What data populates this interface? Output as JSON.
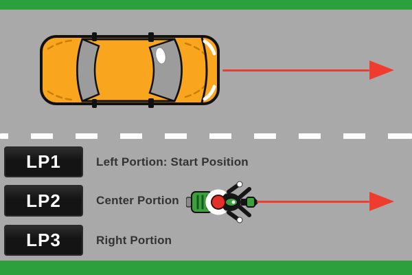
{
  "colors": {
    "green_bar": "#2ba03c",
    "road": "#a9a9a9",
    "arrow_red": "#ef3c2f",
    "car_body": "#f9a51d",
    "window_gray": "#9c9c9c",
    "box_bg": "#141414",
    "box_text": "#ffffff",
    "label_text": "#333333",
    "lane_dash": "#fdfdfd",
    "moto_green": "#3f9e40",
    "helmet_red": "#e3302a"
  },
  "scene": {
    "top_vehicle": "car-top-view",
    "top_arrow": "red-arrow-right",
    "divider": "white-dashed-lane-line",
    "bottom_vehicle": "motorcycle-with-rider-top-view",
    "bottom_arrow": "red-arrow-right"
  },
  "legend": {
    "rows": [
      {
        "code": "LP1",
        "label": "Left Portion: Start Position"
      },
      {
        "code": "LP2",
        "label": "Center Portion"
      },
      {
        "code": "LP3",
        "label": "Right Portion"
      }
    ]
  }
}
